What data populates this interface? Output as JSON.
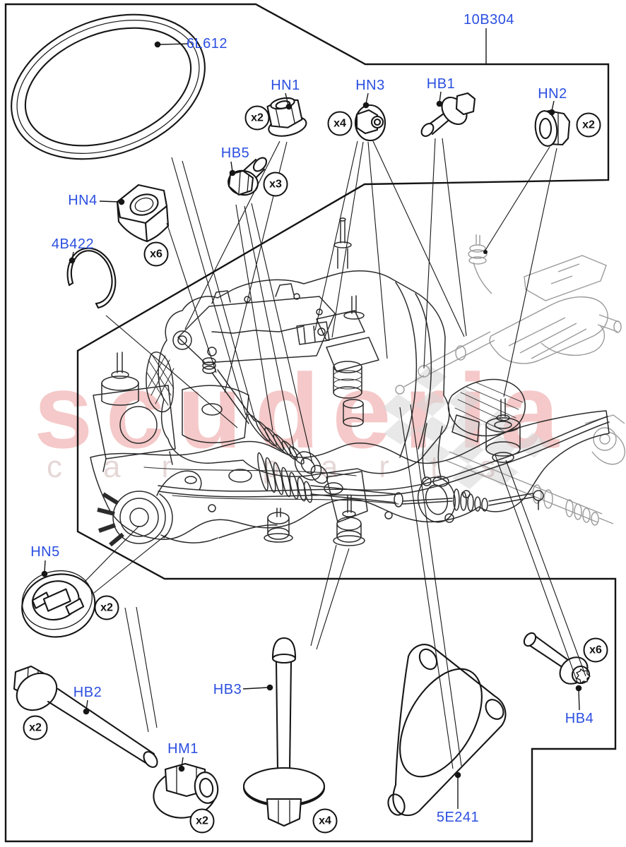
{
  "diagram": {
    "parts": {
      "p6l612": {
        "code": "6L612"
      },
      "p10b304": {
        "code": "10B304"
      },
      "hn1": {
        "code": "HN1",
        "qty": "x2"
      },
      "hb5": {
        "code": "HB5",
        "qty": "x3"
      },
      "hn3": {
        "code": "HN3",
        "qty": "x4"
      },
      "hb1": {
        "code": "HB1"
      },
      "hn2": {
        "code": "HN2",
        "qty": "x2"
      },
      "hn4": {
        "code": "HN4",
        "qty": "x6"
      },
      "p4b422": {
        "code": "4B422"
      },
      "hn5": {
        "code": "HN5",
        "qty": "x2"
      },
      "hb2": {
        "code": "HB2",
        "qty": "x2"
      },
      "hm1": {
        "code": "HM1",
        "qty": "x2"
      },
      "hb3": {
        "code": "HB3",
        "qty": "x4"
      },
      "p5e241": {
        "code": "5E241"
      },
      "hb4": {
        "code": "HB4",
        "qty": "x6"
      }
    },
    "watermark": {
      "title": "scuderia",
      "subtitle": "car parts"
    },
    "colors": {
      "label_blue": "#2b4fe0",
      "line_dark": "#2b2b2b",
      "line_gray": "#9a9a9a",
      "watermark_pink": "#e87f7f",
      "watermark_gray": "#c9a8a8",
      "checker_gray": "#d7d7d7"
    }
  }
}
